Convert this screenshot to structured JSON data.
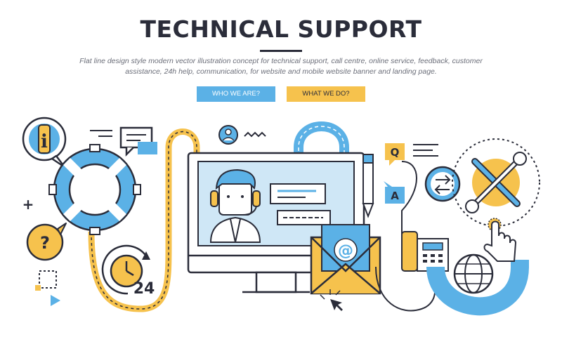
{
  "header": {
    "title": "TECHNICAL SUPPORT",
    "subtitle": "Flat line design style modern vector illustration concept for technical support, call centre, online service, feedback, customer assistance, 24h help, communication, for website and mobile website banner and landing page."
  },
  "buttons": {
    "who_label": "WHO WE ARE?",
    "what_label": "WHAT WE DO?"
  },
  "illustration": {
    "clock_label": "24",
    "email_symbol": "@",
    "info_symbol": "i",
    "question_symbol": "?",
    "q_bubble": "Q",
    "a_bubble": "A",
    "plus_symbol": "+"
  },
  "colors": {
    "dark": "#2b2d3a",
    "blue": "#5bb1e6",
    "yellow": "#f6c24d",
    "light_blue": "#cfe7f6"
  }
}
